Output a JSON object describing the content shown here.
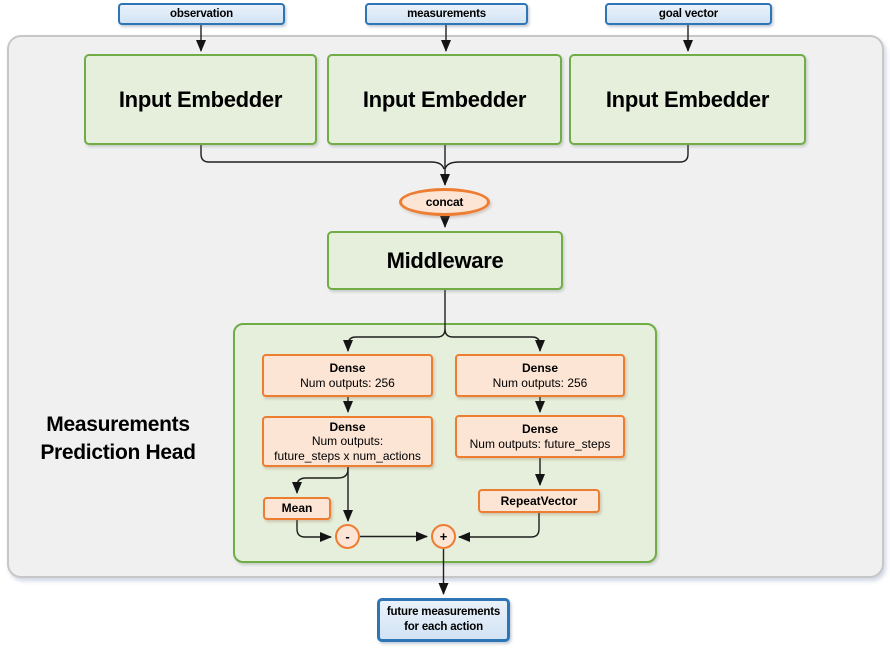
{
  "diagram": {
    "inputs": [
      {
        "label": "observation"
      },
      {
        "label": "measurements"
      },
      {
        "label": "goal vector"
      }
    ],
    "embedders": [
      {
        "label": "Input Embedder"
      },
      {
        "label": "Input Embedder"
      },
      {
        "label": "Input Embedder"
      }
    ],
    "concat_label": "concat",
    "middleware_label": "Middleware",
    "head": {
      "title_line1": "Measurements",
      "title_line2": "Prediction Head",
      "left": {
        "dense1_title": "Dense",
        "dense1_detail": "Num outputs: 256",
        "dense2_title": "Dense",
        "dense2_detail1": "Num outputs:",
        "dense2_detail2": "future_steps x num_actions",
        "mean_label": "Mean",
        "minus_label": "-"
      },
      "right": {
        "dense1_title": "Dense",
        "dense1_detail": "Num outputs: 256",
        "dense2_title": "Dense",
        "dense2_detail": "Num outputs: future_steps",
        "repeat_label": "RepeatVector",
        "plus_label": "+"
      }
    },
    "output": {
      "line1": "future measurements",
      "line2": "for each action"
    },
    "colors": {
      "blue_border": "#2e75b6",
      "blue_fill": "#dbe9f7",
      "green_border": "#70ad47",
      "green_fill": "#e5efdb",
      "orange_border": "#ed7d31",
      "orange_fill": "#fce5d5",
      "container_fill": "#f0f0f1",
      "container_border": "#c7c7c7",
      "arrow": "#1f1f1f"
    }
  }
}
